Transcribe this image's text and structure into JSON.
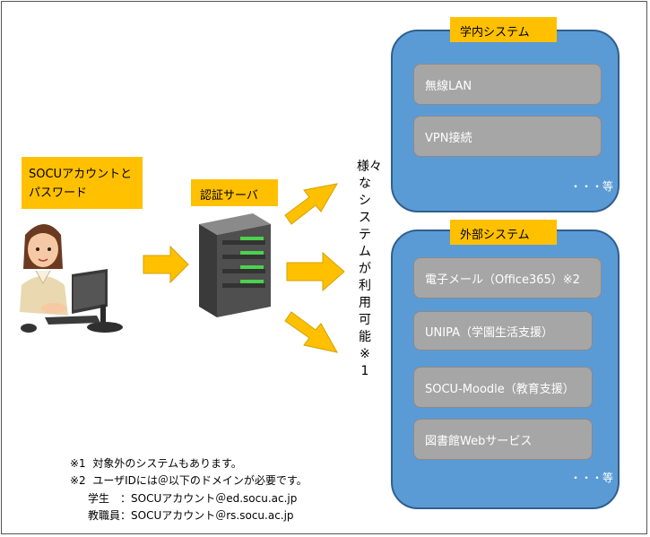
{
  "account_label": [
    "SOCUアカウントと",
    "パスワード"
  ],
  "server_label": "認証サーバ",
  "vertical_text": "様々なシステムが利用可能※1",
  "internal": {
    "title": "学内システム",
    "items": [
      "無線LAN",
      "VPN接続"
    ],
    "etc": "・・・等"
  },
  "external": {
    "title": "外部システム",
    "items": [
      "電子メール（Office365）※2",
      "UNIPA（学園生活支援）",
      "SOCU-Moodle（教育支援）",
      "図書館Webサービス"
    ],
    "etc": "・・・等"
  },
  "notes": {
    "n1": "※1  対象外のシステムもあります。",
    "n2": "※2  ユーザIDには＠以下のドメインが必要です。",
    "student": "学生　：SOCUアカウント＠ed.socu.ac.jp",
    "staff": "教職員：SOCUアカウント＠rs.socu.ac.jp"
  },
  "colors": {
    "label": "#ffc000",
    "panel": "#5b9bd5",
    "item": "#a6a6a6",
    "arrow": "#ffc000"
  }
}
